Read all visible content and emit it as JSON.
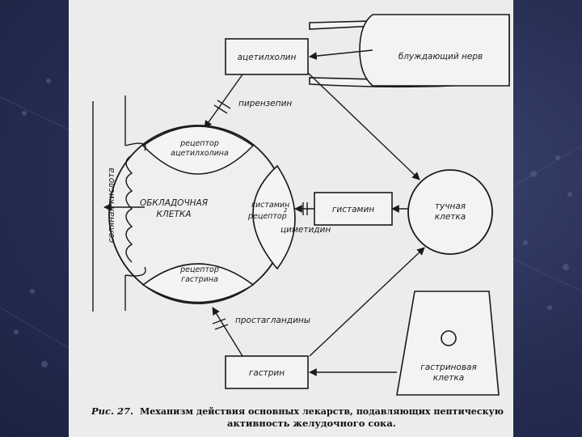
{
  "diagram": {
    "nodes": {
      "acetylcholine": "ацетилхолин",
      "vagus_nerve": "блуждающий нерв",
      "receptor_ach_line1": "рецептор",
      "receptor_ach_line2": "ацетилхолина",
      "parietal_line1": "ОБКЛАДОЧНАЯ",
      "parietal_line2": "КЛЕТКА",
      "histamine_receptor_line1": "гистамин",
      "histamine_receptor_sub": "2",
      "histamine_receptor_line2": "рецептор",
      "receptor_gastrin_line1": "рецептор",
      "receptor_gastrin_line2": "гастрина",
      "histamine": "гистамин",
      "mast_cell_line1": "тучная",
      "mast_cell_line2": "клетка",
      "gastrin_cell_line1": "гастриновая",
      "gastrin_cell_line2": "клетка",
      "gastrin": "гастрин",
      "hydrochloric_acid": "соляная кислота"
    },
    "drugs": {
      "pirenzepine": "пирензепин",
      "cimetidine": "циметидин",
      "prostaglandins": "простагландины"
    },
    "caption": {
      "label": "Рис. 27.",
      "line1": "Механизм действия основных лекарств, подавляющих пептическую",
      "line2": "активность желудочного сока."
    }
  }
}
